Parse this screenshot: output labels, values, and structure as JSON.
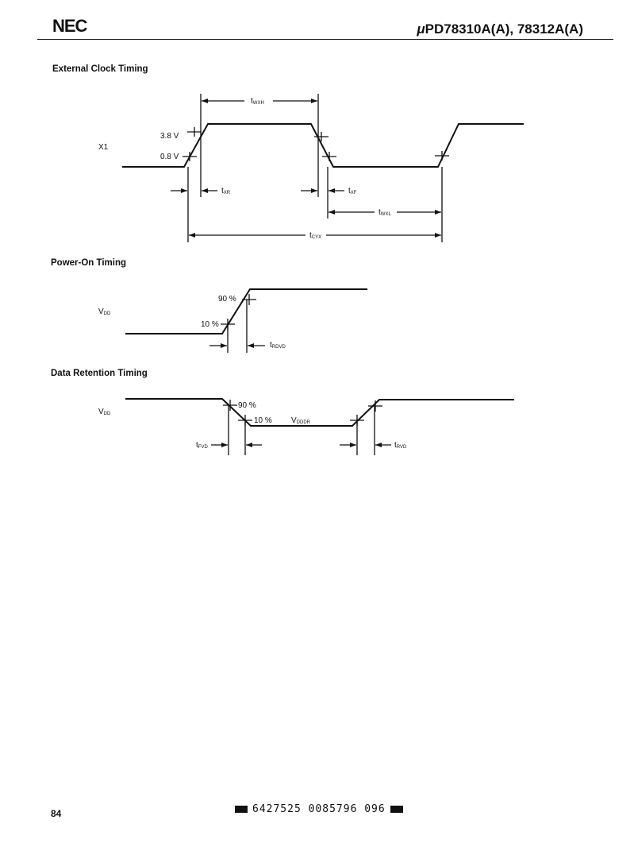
{
  "header": {
    "logo": "NEC",
    "part_prefix": "μ",
    "part_number": "PD78310A(A), 78312A(A)"
  },
  "sections": {
    "ext_clock": {
      "title": "External Clock Timing",
      "signal": "X1",
      "v_high": "3.8 V",
      "v_low": "0.8 V",
      "t_wxh": "t",
      "t_wxh_sub": "WXH",
      "t_xr": "t",
      "t_xr_sub": "XR",
      "t_xf": "t",
      "t_xf_sub": "XF",
      "t_wxl": "t",
      "t_wxl_sub": "WXL",
      "t_cyx": "t",
      "t_cyx_sub": "CYX"
    },
    "power_on": {
      "title": "Power-On Timing",
      "signal": "V",
      "signal_sub": "DD",
      "p90": "90 %",
      "p10": "10 %",
      "t_rvd": "t",
      "t_rvd_sub": "RDVD"
    },
    "data_retention": {
      "title": "Data Retention Timing",
      "signal": "V",
      "signal_sub": "DD",
      "p90": "90 %",
      "p10": "10 %",
      "vdddr": "V",
      "vdddr_sub": "DDDR",
      "t_fvd": "t",
      "t_fvd_sub": "FVD",
      "t_rvd": "t",
      "t_rvd_sub": "RVD"
    }
  },
  "footer": {
    "page_number": "84",
    "barcode_text": "6427525 0085796 096"
  }
}
